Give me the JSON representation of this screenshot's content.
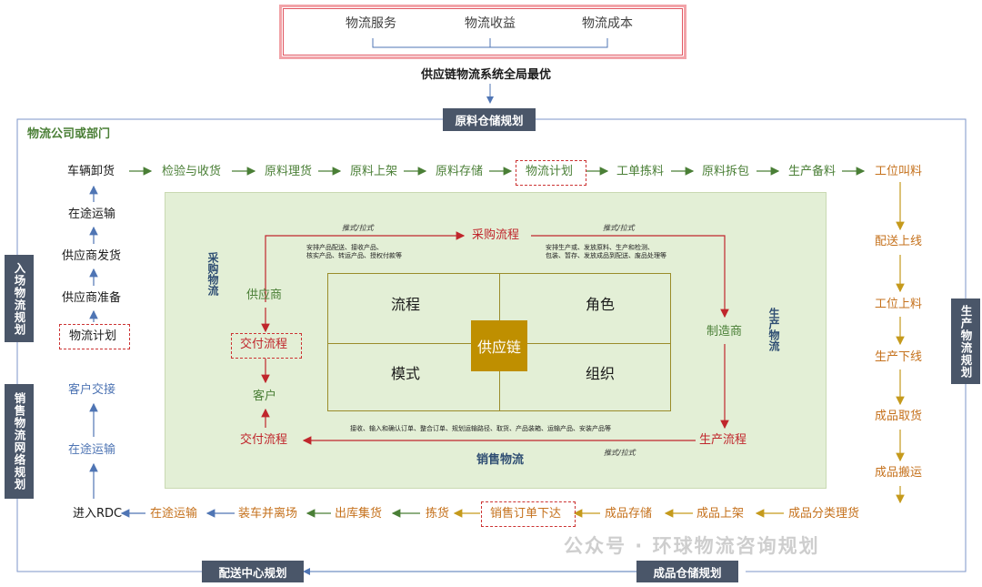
{
  "top": {
    "items": [
      "物流服务",
      "物流收益",
      "物流成本"
    ],
    "subtitle": "供应链物流系统全局最优"
  },
  "boxes": {
    "raw_storage": "原料仓储规划",
    "inbound": "入场物流规划",
    "production": "生产物流规划",
    "sales_network": "销售物流网络规划",
    "dc": "配送中心规划",
    "finished_storage": "成品仓储规划"
  },
  "company_label": "物流公司或部门",
  "row_top": [
    "车辆卸货",
    "检验与收货",
    "原料理货",
    "原料上架",
    "原料存储",
    "物流计划",
    "工单拣料",
    "原料拆包",
    "生产备料",
    "工位叫料"
  ],
  "left_col": [
    "在途运输",
    "供应商发货",
    "供应商准备",
    "物流计划"
  ],
  "right_col": [
    "配送上线",
    "工位上料",
    "生产下线",
    "成品取货",
    "成品搬运"
  ],
  "row_bottom": [
    "进入RDC",
    "在途运输",
    "装车并离场",
    "出库集货",
    "拣货",
    "销售订单下达",
    "成品存储",
    "成品上架",
    "成品分类理货"
  ],
  "left_lower": [
    "客户交接",
    "在途运输"
  ],
  "center": {
    "purchase_side": "采购物流",
    "production_side": "生产物流",
    "sales_side": "销售物流",
    "purchase_flow": "采购流程",
    "production_flow": "生产流程",
    "delivery_flow_left": "交付流程",
    "delivery_flow_mid": "交付流程",
    "supplier": "供应商",
    "customer": "客户",
    "manufacturer": "制造商",
    "push_pull_1": "推式/拉式",
    "push_pull_2": "推式/拉式",
    "push_pull_3": "推式/拉式",
    "note_purchase": "安排产品配送、接收产品、\n核实产品、转运产品、授权付款等",
    "note_production": "安排生产或、发放原料、生产和检测、\n包装、暂存、发放成品到配送、废品处理等",
    "note_sales": "接收、输入和确认订单、整合订单、规划运输路径、取货、产品装箱、运输产品、安装产品等",
    "quad": [
      "流程",
      "角色",
      "模式",
      "组织"
    ],
    "core": "供应链"
  },
  "watermark": "公众号 · 环球物流咨询规划",
  "colors": {
    "green": "#4a7f36",
    "orange": "#c5711c",
    "blue": "#4f75b4",
    "red": "#c0262c",
    "panel": "#e3efd6",
    "core": "#bf8f00",
    "box": "#4a5669"
  }
}
